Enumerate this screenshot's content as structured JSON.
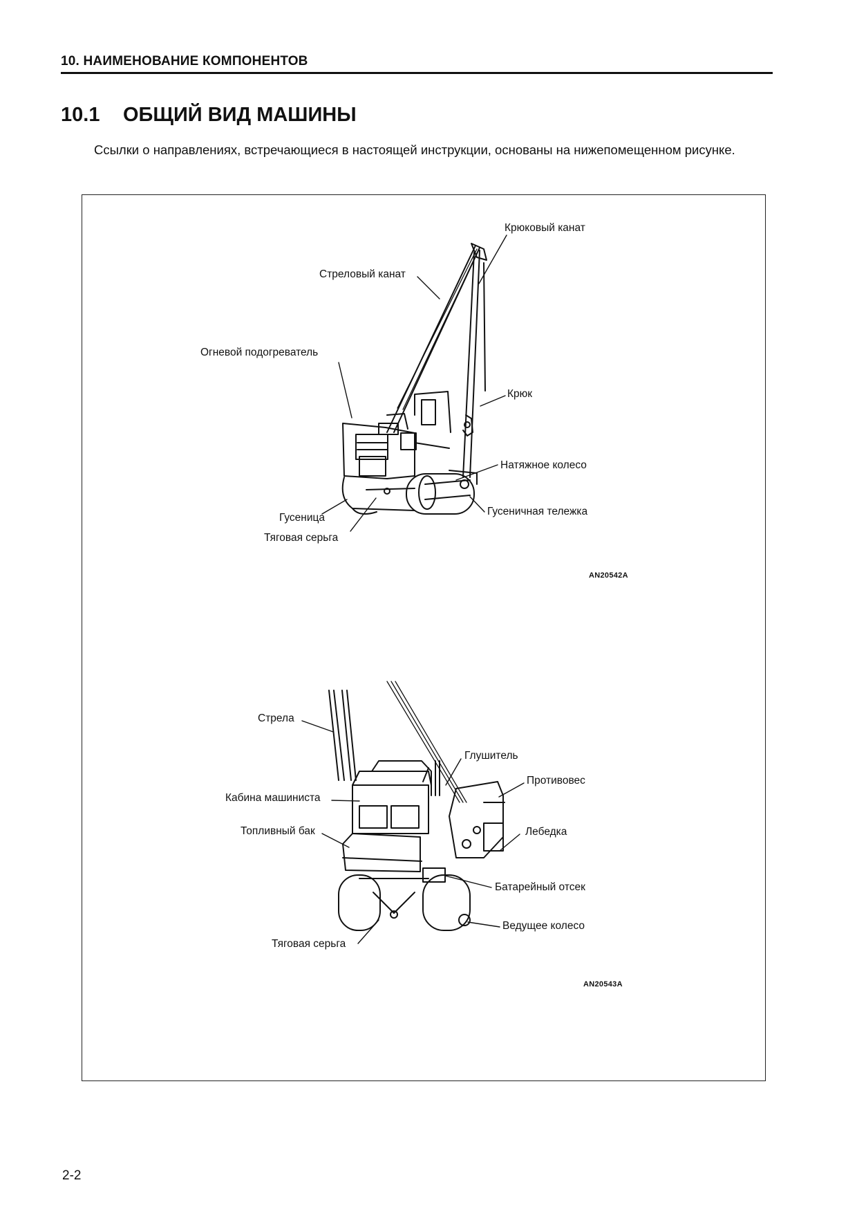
{
  "section_header": "10. НАИМЕНОВАНИЕ КОМПОНЕНТОВ",
  "title": {
    "number": "10.1",
    "text": "ОБЩИЙ ВИД МАШИНЫ"
  },
  "intro": "Ссылки о направлениях, встречающиеся в настоящей инструкции, основаны на нижепомещенном рисунке.",
  "figure1": {
    "labels": {
      "hook_rope": "Крюковый канат",
      "boom_rope": "Стреловый канат",
      "flame_heater": "Огневой подогреватель",
      "hook": "Крюк",
      "idler": "Натяжное колесо",
      "track": "Гусеница",
      "track_frame": "Гусеничная тележка",
      "drawbar": "Тяговая серьга"
    },
    "code": "AN20542A"
  },
  "figure2": {
    "labels": {
      "boom": "Стрела",
      "muffler": "Глушитель",
      "counterweight": "Противовес",
      "cab": "Кабина машиниста",
      "fuel_tank": "Топливный бак",
      "winch": "Лебедка",
      "battery_box": "Батарейный отсек",
      "sprocket": "Ведущее колесо",
      "drawbar": "Тяговая серьга"
    },
    "code": "AN20543A"
  },
  "page_number": "2-2"
}
